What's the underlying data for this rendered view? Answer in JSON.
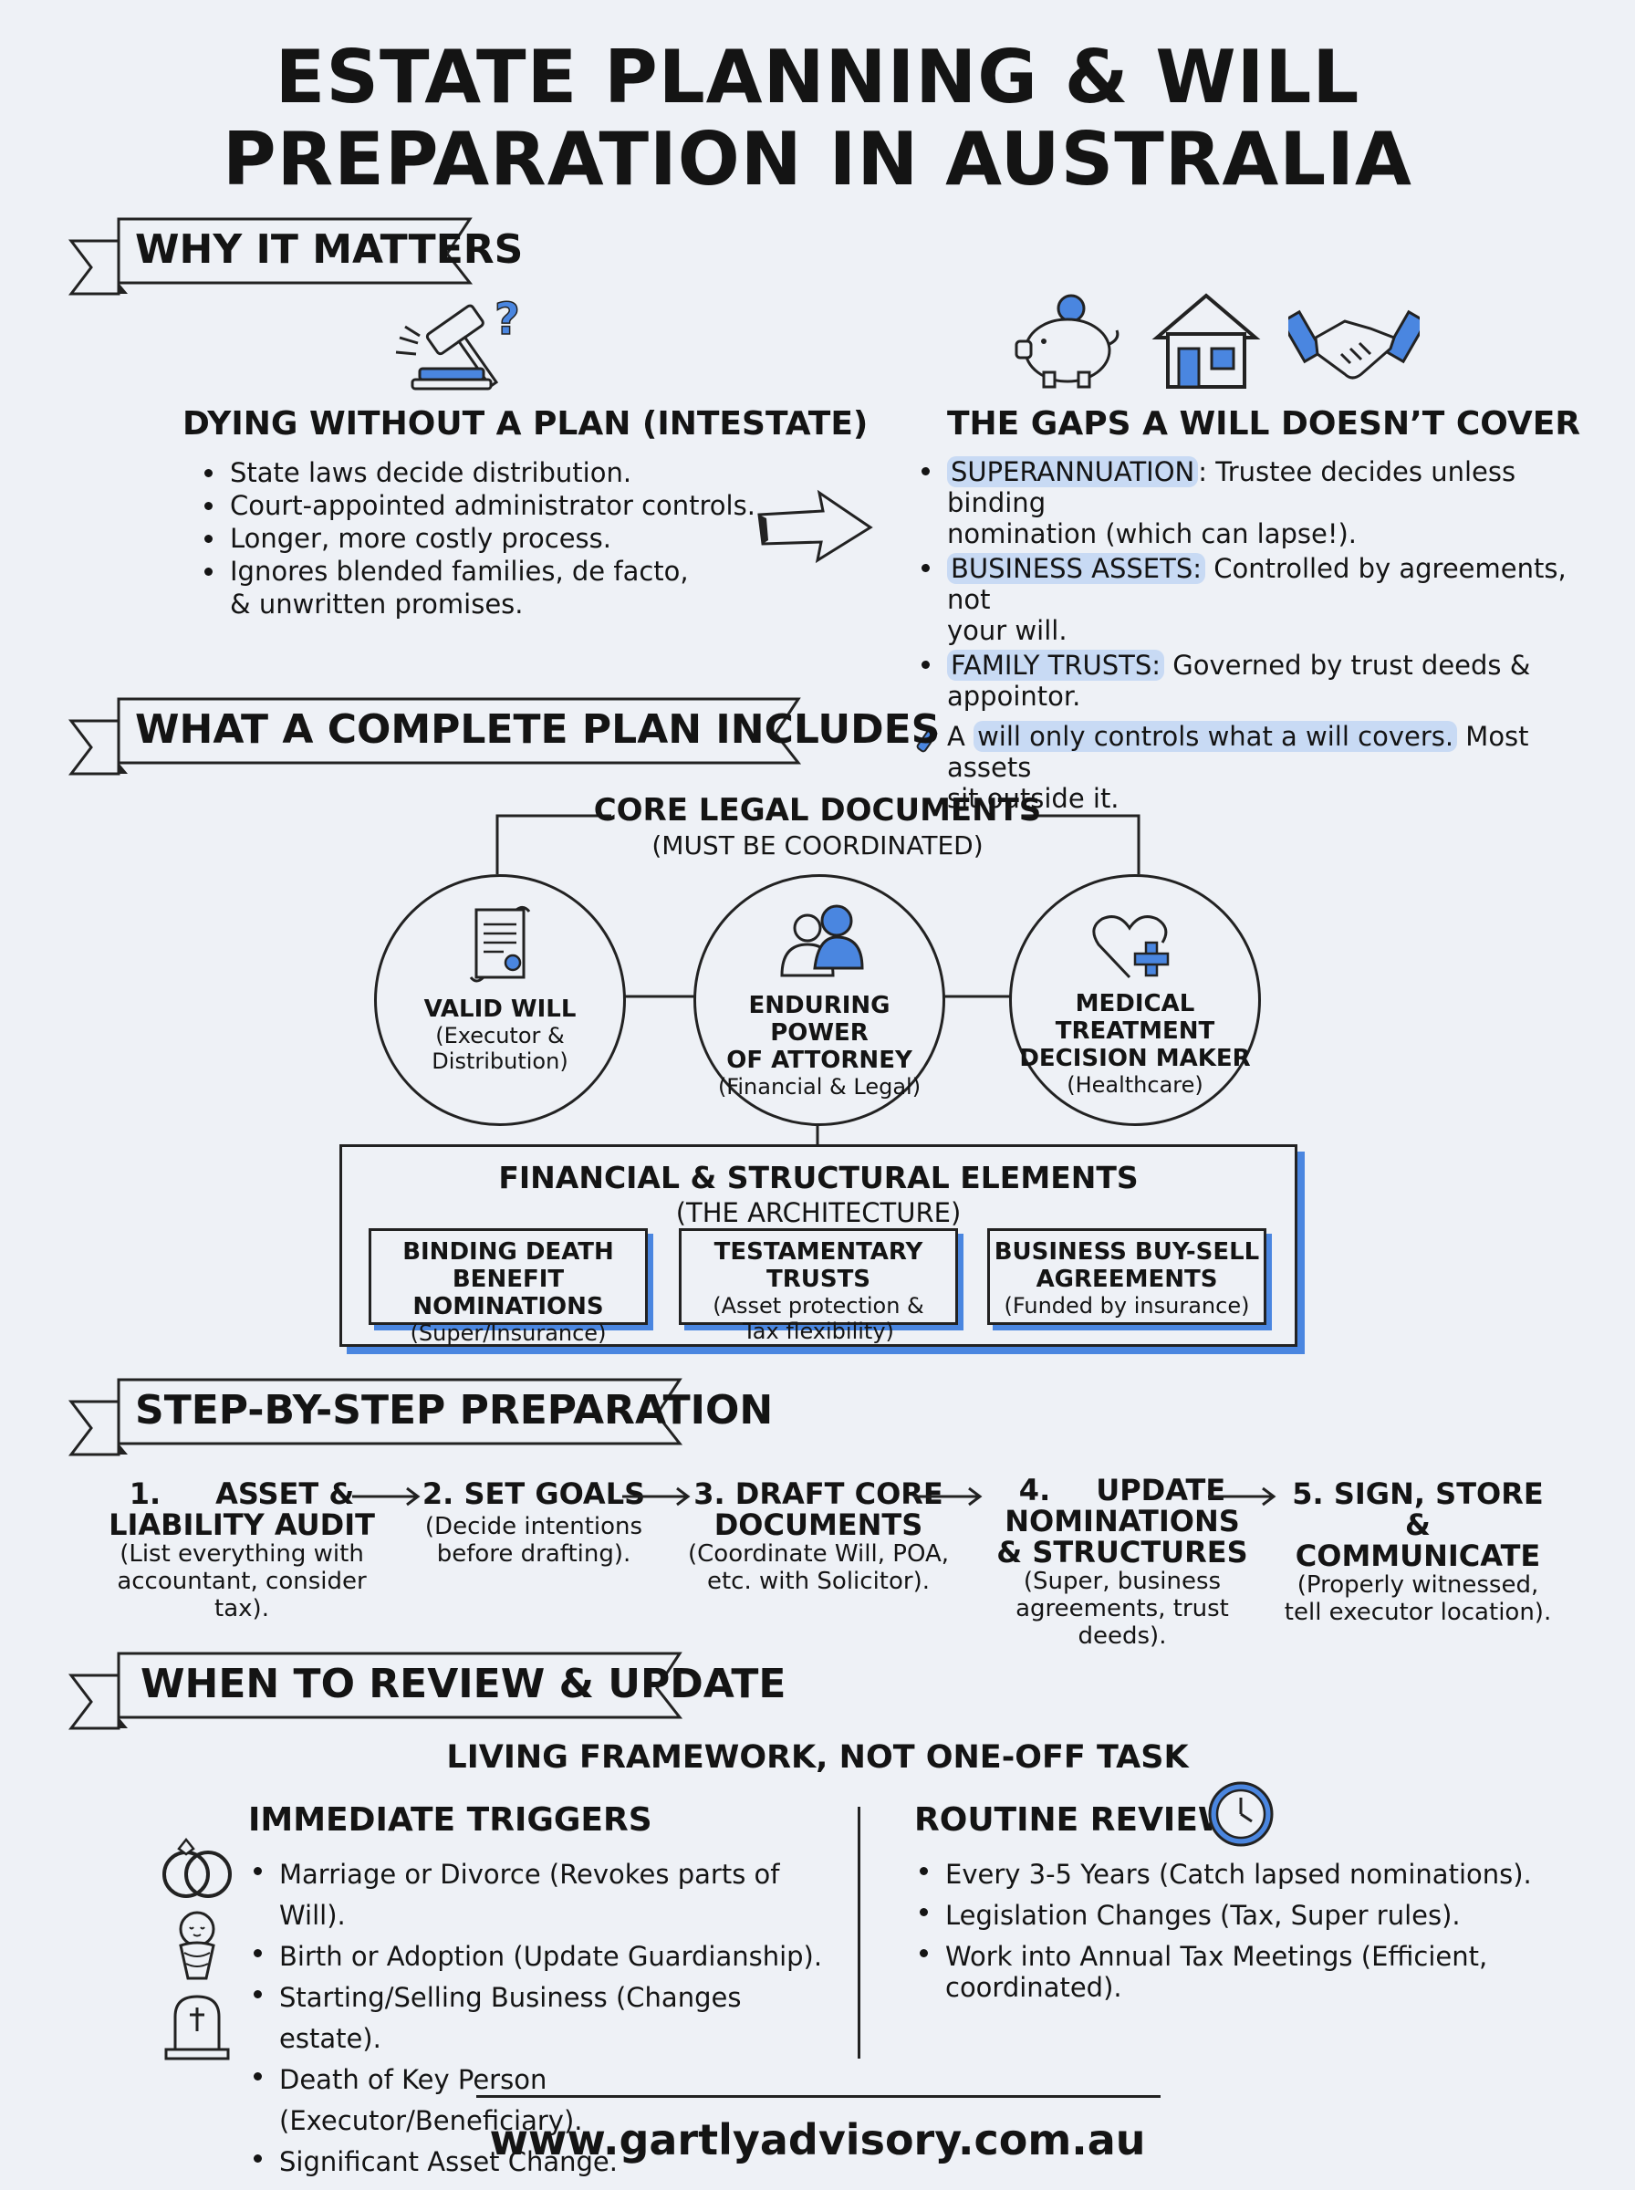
{
  "title_line1": "ESTATE PLANNING & WILL",
  "title_line2": "PREPARATION IN AUSTRALIA",
  "colors": {
    "accent": "#4a86e0",
    "highlight": "#c8daf4",
    "ink": "#141414",
    "background": "#eef1f6"
  },
  "why": {
    "heading": "WHY IT MATTERS",
    "intestate": {
      "title": "DYING WITHOUT A PLAN (INTESTATE)",
      "icon": "gavel-question-icon",
      "items": [
        "State laws decide distribution.",
        "Court-appointed administrator controls.",
        "Longer, more costly process.",
        "Ignores blended families, de facto,",
        "& unwritten promises."
      ]
    },
    "gaps": {
      "title": "THE GAPS A WILL DOESN’T COVER",
      "icons": [
        "piggy-bank-icon",
        "house-icon",
        "handshake-icon"
      ],
      "super_label": "SUPERANNUATION",
      "super_text": ": Trustee decides unless binding",
      "super_text2": "nomination (which can lapse!).",
      "business_label": "BUSINESS ASSETS:",
      "business_text": " Controlled by agreements, not",
      "business_text2": "your will.",
      "trusts_label": "FAMILY TRUSTS:",
      "trusts_text": " Governed by trust deeds & appointor.",
      "note_a": "A ",
      "note_hl": "will only controls what a will covers.",
      "note_rest": " Most assets",
      "note_line2": "sit outside it."
    }
  },
  "plan": {
    "heading": "WHAT A COMPLETE PLAN INCLUDES",
    "core_title": "CORE LEGAL DOCUMENTS",
    "core_sub": "(MUST BE COORDINATED)",
    "circles": [
      {
        "title1": "VALID WILL",
        "title2": "",
        "sub1": "(Executor &",
        "sub2": "Distribution)",
        "icon": "scroll-icon"
      },
      {
        "title1": "ENDURING POWER",
        "title2": "OF ATTORNEY",
        "sub1": "(Financial & Legal)",
        "sub2": "",
        "icon": "people-icon"
      },
      {
        "title1": "MEDICAL TREATMENT",
        "title2": "DECISION MAKER",
        "sub1": "(Healthcare)",
        "sub2": "",
        "icon": "heart-plus-icon"
      }
    ],
    "fin_title": "FINANCIAL & STRUCTURAL ELEMENTS",
    "fin_sub": "(THE ARCHITECTURE)",
    "fin_boxes": [
      {
        "t1": "BINDING DEATH",
        "t2": "BENEFIT NOMINATIONS",
        "s": "(Super/Insurance)"
      },
      {
        "t1": "TESTAMENTARY TRUSTS",
        "t2": "(Asset protection &",
        "s": "Tax flexibility)"
      },
      {
        "t1": "BUSINESS BUY-SELL",
        "t2": "AGREEMENTS",
        "s": "(Funded by insurance)"
      }
    ]
  },
  "steps": {
    "heading": "STEP-BY-STEP PREPARATION",
    "list": [
      {
        "num": "1.",
        "t1": "ASSET &",
        "t2": "LIABILITY AUDIT",
        "t3": "",
        "s1": "(List everything with",
        "s2": "accountant, consider tax).",
        "s3": ""
      },
      {
        "num": "",
        "t1": "2. SET GOALS",
        "t2": "",
        "t3": "",
        "s1": "(Decide intentions",
        "s2": "before drafting).",
        "s3": ""
      },
      {
        "num": "",
        "t1": "3. DRAFT CORE",
        "t2": "DOCUMENTS",
        "t3": "",
        "s1": "(Coordinate Will, POA,",
        "s2": "etc. with Solicitor).",
        "s3": ""
      },
      {
        "num": "4.",
        "t1": "UPDATE",
        "t2": "NOMINATIONS",
        "t3": "& STRUCTURES",
        "s1": "(Super, business",
        "s2": "agreements, trust",
        "s3": "deeds)."
      },
      {
        "num": "",
        "t1": "5. SIGN, STORE &",
        "t2": "COMMUNICATE",
        "t3": "",
        "s1": "(Properly witnessed,",
        "s2": "tell executor location).",
        "s3": ""
      }
    ]
  },
  "review": {
    "heading": "WHEN TO REVIEW & UPDATE",
    "subtitle": "LIVING FRAMEWORK, NOT ONE-OFF TASK",
    "immediate_title": "IMMEDIATE TRIGGERS",
    "immediate_items": [
      "Marriage or Divorce (Revokes parts of Will).",
      "Birth or Adoption (Update Guardianship).",
      "Starting/Selling Business (Changes estate).",
      "Death of Key Person (Executor/Beneficiary).",
      "Significant Asset Change."
    ],
    "immediate_icons": [
      "rings-icon",
      "baby-icon",
      "gravestone-icon"
    ],
    "routine_title": "ROUTINE REVIEWS",
    "routine_icon": "clock-icon",
    "routine_items": [
      "Every 3-5 Years (Catch lapsed nominations).",
      "Legislation Changes (Tax, Super rules).",
      "Work into Annual Tax Meetings (Efficient,",
      "coordinated)."
    ]
  },
  "footer": {
    "url": "www.gartlyadvisory.com.au"
  }
}
